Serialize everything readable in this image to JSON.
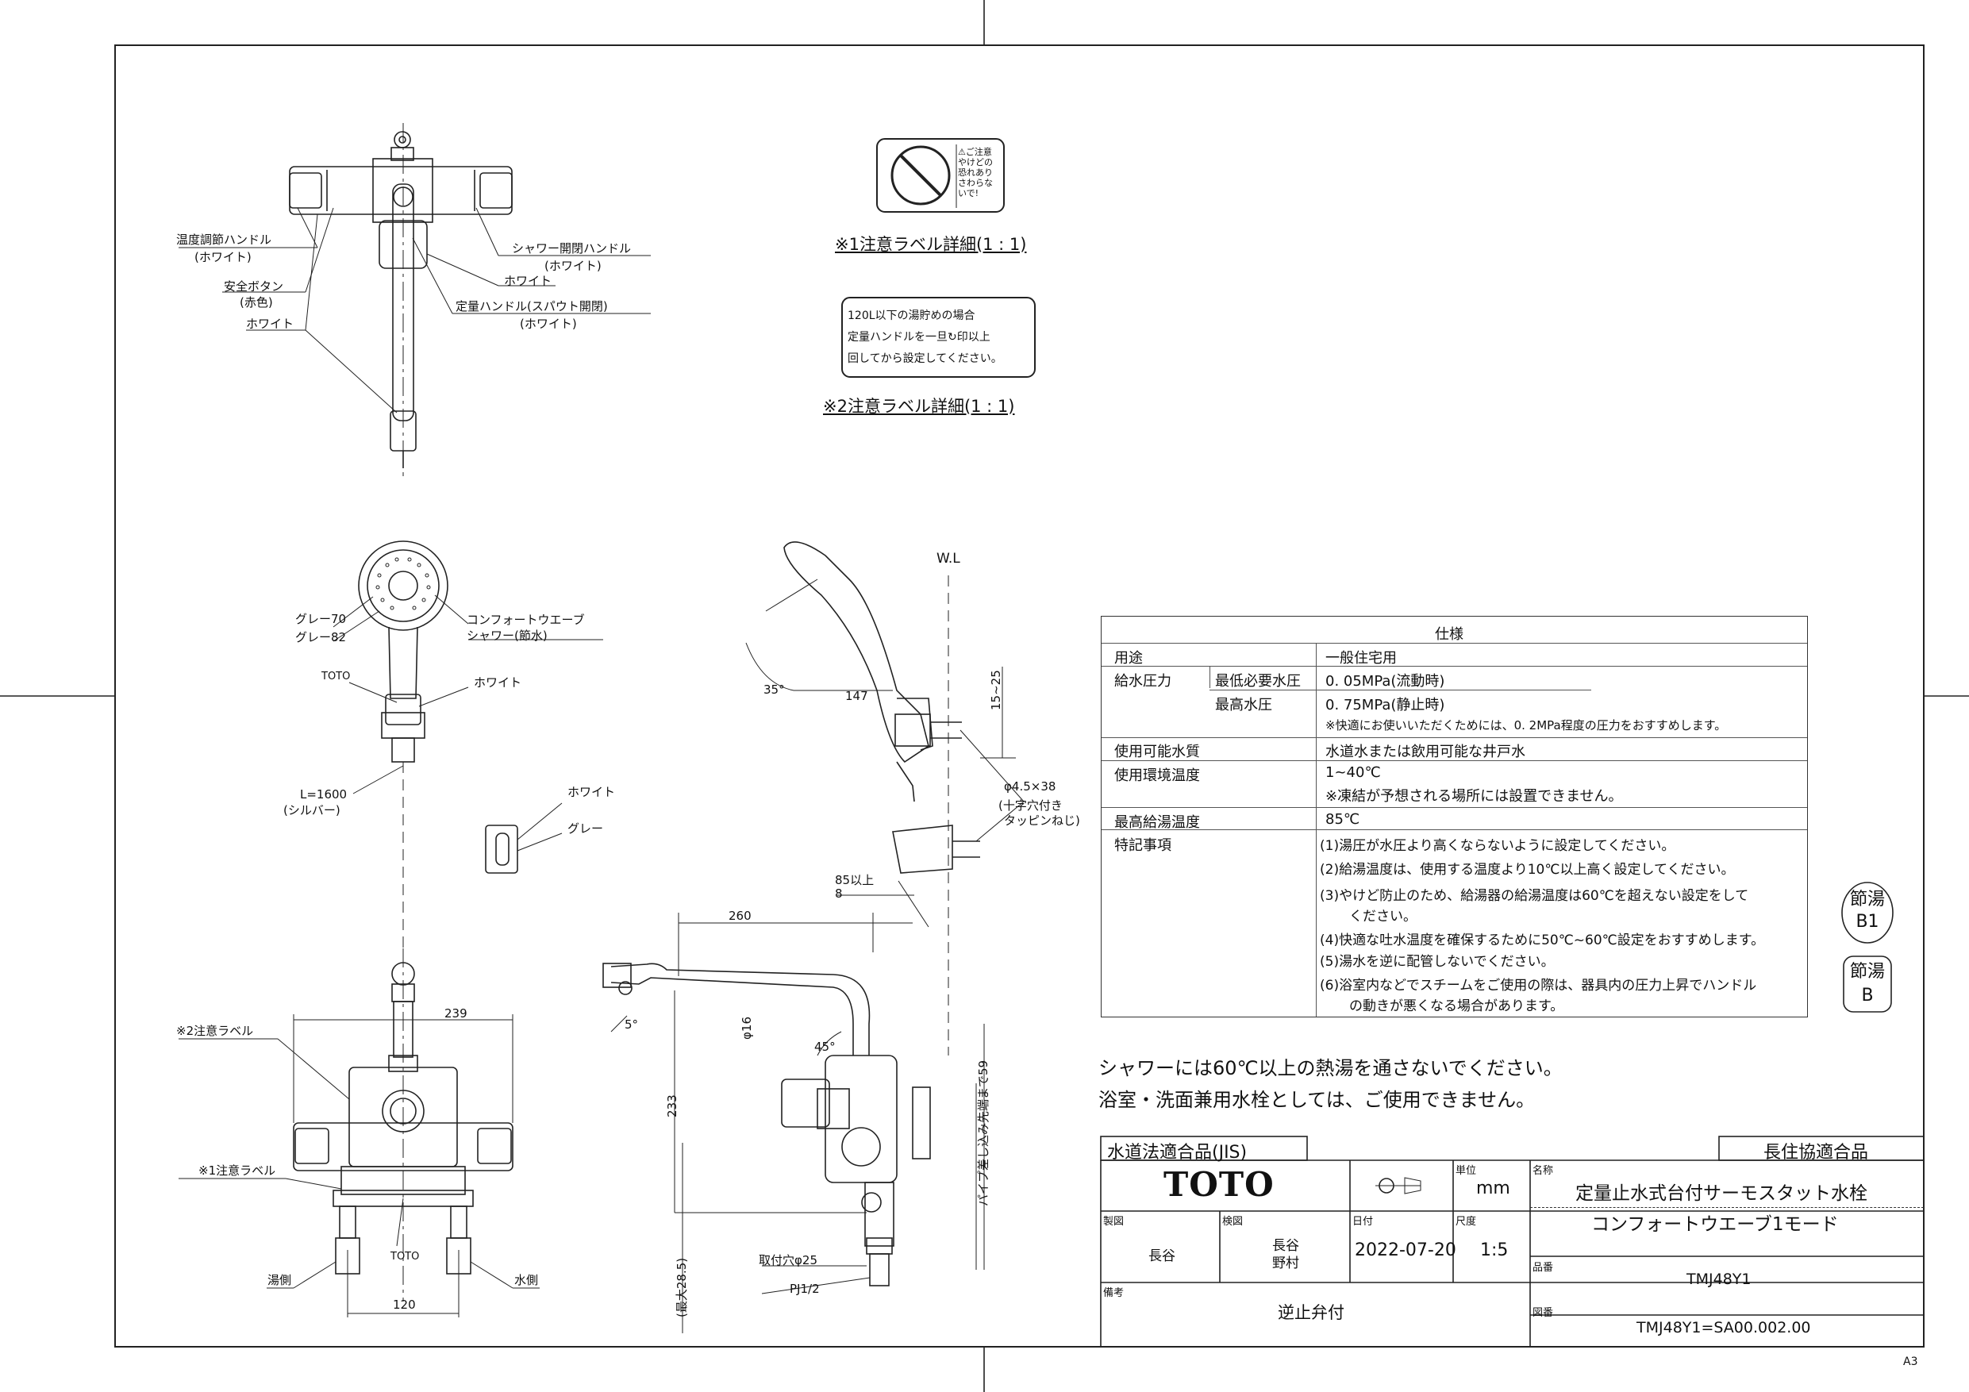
{
  "caution_label_1": {
    "pictogram_text": [
      "⚠ご注意",
      "やけどの",
      "恐れあり",
      "さわらな",
      "いで!"
    ],
    "title": "※1注意ラベル詳細(1 : 1)"
  },
  "caution_label_2": {
    "lines": [
      "120L以下の湯貯めの場合",
      "定量ハンドルを一旦",
      "印以上",
      "回してから設定してください。"
    ],
    "title": "※2注意ラベル詳細(1 : 1)"
  },
  "top_view_labels": {
    "temp_handle": "温度調節ハンドル",
    "temp_handle_color": "(ホワイト)",
    "safety_button": "安全ボタン",
    "safety_button_color": "(赤色)",
    "white_left": "ホワイト",
    "shower_handle": "シャワー開閉ハンドル",
    "shower_handle_color": "(ホワイト)",
    "white_right": "ホワイト",
    "volume_handle": "定量ハンドル(スパウト開閉)",
    "volume_handle_color": "(ホワイト)"
  },
  "shower_labels": {
    "grey70": "グレー70",
    "grey82": "グレー82",
    "comfort_wave": "コンフォートウエーブ",
    "comfort_wave_sub": "シャワー(節水)",
    "toto": "TOTO",
    "white": "ホワイト",
    "hose_length": "L=1600",
    "hose_color": "(シルバー)",
    "holder_white": "ホワイト",
    "holder_grey": "グレー"
  },
  "side_view": {
    "wl": "W.L",
    "angle_35": "35°",
    "dim_147": "147",
    "dim_15_25": "15~25",
    "screw": "φ4.5×38",
    "screw_note1": "(十字穴付き",
    "screw_note2": "タッピンねじ)",
    "dim_85": "85以上",
    "dim_8": "8",
    "dim_260": "260",
    "angle_5": "5°",
    "dim_d16": "φ16",
    "angle_45": "45°",
    "dim_233": "233",
    "pipe_insert": "パイプ差し込み先端まで59",
    "max_28": "(最大28.5)",
    "mount_hole": "取付穴φ25",
    "pj": "PJ1/2"
  },
  "front_view": {
    "label2": "※2注意ラベル",
    "dim_239": "239",
    "label1": "※1注意ラベル",
    "hot_side": "湯側",
    "toto": "TOTO",
    "cold_side": "水側",
    "dim_120": "120"
  },
  "spec_table": {
    "header": "仕様",
    "rows": [
      {
        "label": "用途",
        "value": "一般住宅用"
      },
      {
        "label": "給水圧力",
        "sub1": "最低必要水圧",
        "value1": "0. 05MPa(流動時)",
        "sub2": "最高水圧",
        "value2": "0. 75MPa(静止時)",
        "note": "※快適にお使いいただくためには、0. 2MPa程度の圧力をおすすめします。"
      },
      {
        "label": "使用可能水質",
        "value": "水道水または飲用可能な井戸水"
      },
      {
        "label": "使用環境温度",
        "value": "1~40℃",
        "note": "※凍結が予想される場所には設置できません。"
      },
      {
        "label": "最高給湯温度",
        "value": "85℃"
      },
      {
        "label": "特記事項",
        "notes": [
          "(1)湯圧が水圧より高くならないように設定してください。",
          "(2)給湯温度は、使用する温度より10℃以上高く設定してください。",
          "(3)やけど防止のため、給湯器の給湯温度は60℃を超えない設定をして",
          "ください。",
          "(4)快適な吐水温度を確保するために50℃~60℃設定をおすすめします。",
          "(5)湯水を逆に配管しないでください。",
          "(6)浴室内などでスチームをご使用の際は、器具内の圧力上昇でハンドル",
          "の動きが悪くなる場合があります。"
        ]
      }
    ]
  },
  "badges": {
    "b1_top": "節湯",
    "b1_bottom": "B1",
    "b_top": "節湯",
    "b_bottom": "B"
  },
  "warnings": [
    "シャワーには60℃以上の熱湯を通さないでください。",
    "浴室・洗面兼用水栓としては、ご使用できません。"
  ],
  "title_block": {
    "jis": "水道法適合品(JIS)",
    "choju": "長住協適合品",
    "logo": "TOTO",
    "unit_label": "単位",
    "unit": "mm",
    "name_label": "名称",
    "name1": "定量止水式台付サーモスタット水栓",
    "name2": "コンフォートウエーブ1モード",
    "drawn_label": "製図",
    "drawn": "長谷",
    "checked_label": "検図",
    "checked1": "長谷",
    "checked2": "野村",
    "date_label": "日付",
    "date": "2022-07-20",
    "scale_label": "尺度",
    "scale": "1:5",
    "part_label": "品番",
    "part": "TMJ48Y1",
    "remarks_label": "備考",
    "remarks": "逆止弁付",
    "drawing_label": "図番",
    "drawing": "TMJ48Y1=SA00.002.00"
  },
  "paper_size": "A3"
}
